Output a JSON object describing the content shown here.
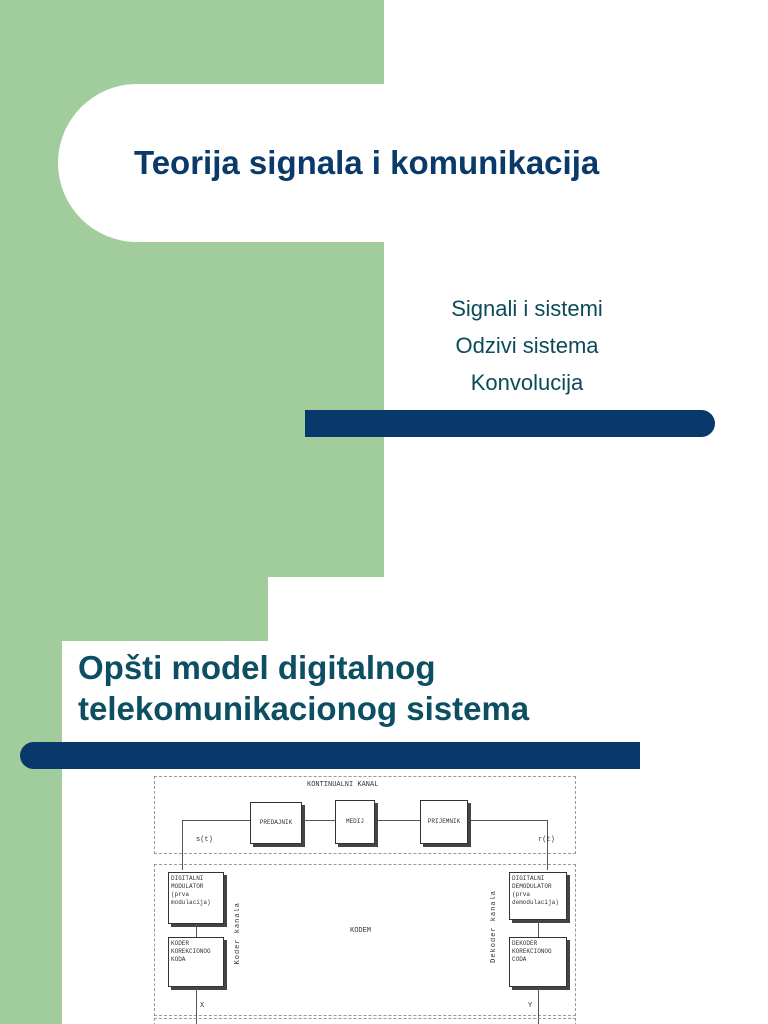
{
  "slide1": {
    "title": "Teorija signala i komunikacija",
    "subtitles": [
      "Signali i sistemi",
      "Odzivi sistema",
      "Konvolucija"
    ]
  },
  "slide2": {
    "title_line1": "Opšti model digitalnog",
    "title_line2": "telekomunikacionog sistema",
    "diagram": {
      "top_box_label": "KONTINUALNI KANAL",
      "middle_box_label": "KODEM",
      "blocks": {
        "transmitter": "PREDAJNIK",
        "medium": "MEDIJ",
        "receiver": "PRIJEMNIK",
        "modulator": "DIGITALNI MODULATOR (prva modulacija)",
        "demodulator": "DIGITALNI DEMODULATOR (prva demodulacija)",
        "channel_coder": "KODER KOREKCIONOG KODA",
        "channel_decoder": "DEKODER KOREKCIONOG CODA"
      },
      "side_labels": {
        "left": "Koder kanala",
        "right": "Dekoder kanala"
      },
      "signals": {
        "s": "s(t)",
        "r": "r(t)",
        "x": "X",
        "y": "Y"
      }
    }
  }
}
